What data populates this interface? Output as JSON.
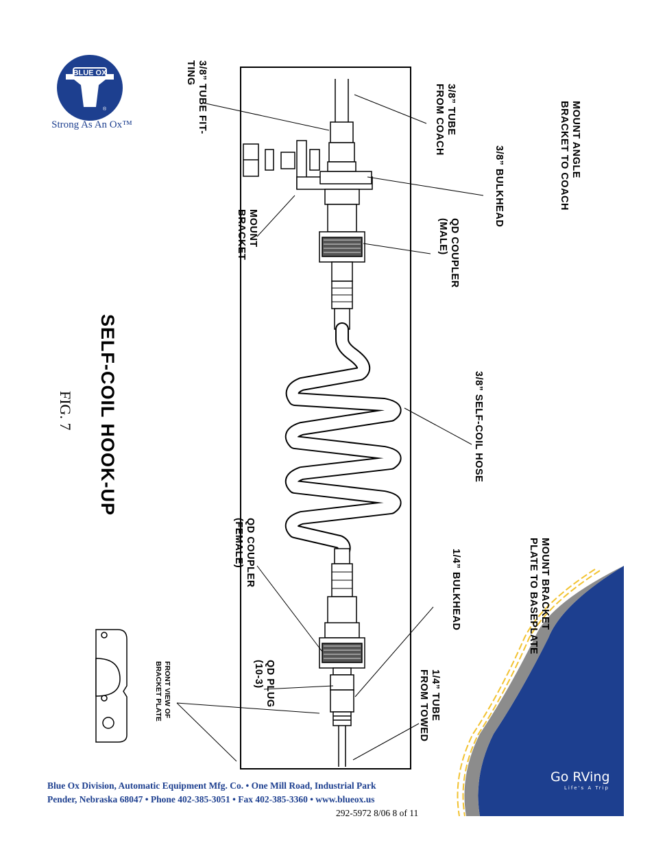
{
  "brand": {
    "logo_text": "BLUE OX",
    "tagline": "Strong As An Ox™",
    "colors": {
      "brand_blue": "#1d3f8f",
      "road_yellow": "#f2c230"
    }
  },
  "figure": {
    "title": "SELF-COIL HOOK-UP",
    "number": "FIG. 7"
  },
  "labels": {
    "mount_angle": "MOUNT ANGLE\nBRACKET TO COACH",
    "tube_from_coach": "3/8” TUBE\nFROM COACH",
    "bulkhead_38": "3/8” BULKHEAD",
    "tube_fitting": "3/8” TUBE FIT-\nTING",
    "qd_male": "QD COUPLER\n(MALE)",
    "mount_bracket": "MOUNT\nBRACKET",
    "self_coil_hose": "3/8” SELF-COIL HOSE",
    "mount_bracket_plate": "MOUNT BRACKET\nPLATE TO BASEPLATE",
    "bulkhead_14": "1/4” BULKHEAD",
    "qd_female": "QD COUPLER\n(FEMALE)",
    "tube_from_towed": "1/4” TUBE\nFROM TOWED",
    "qd_plug": "QD PLUG\n(10-3)",
    "front_view": "FRONT VIEW OF\nBRACKET PLATE"
  },
  "footer": {
    "line1": "Blue Ox Division, Automatic Equipment Mfg. Co.   •   One Mill Road, Industrial Park",
    "line2": "Pender, Nebraska 68047   •   Phone 402-385-3051   •   Fax 402-385-3360   •   www.blueox.us",
    "doc_number": "292-5972  8/06  8 of 11"
  },
  "go_rving": {
    "logo": "Go RVing",
    "tagline": "Life's A Trip"
  }
}
